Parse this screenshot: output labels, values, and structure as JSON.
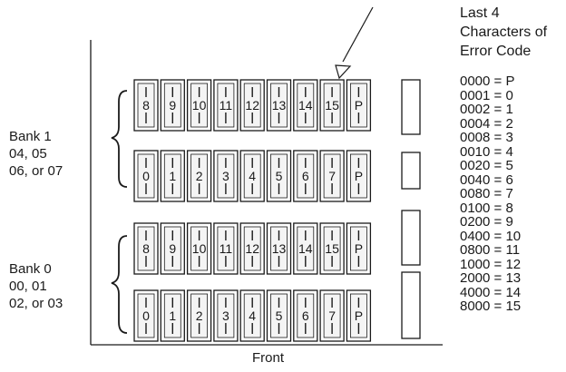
{
  "header": [
    "Last 4",
    "Characters of",
    "Error Code"
  ],
  "error_codes": [
    "0000 = P",
    "0001 = 0",
    "0002 = 1",
    "0004 = 2",
    "0008 = 3",
    "0010 = 4",
    "0020 = 5",
    "0040 = 6",
    "0080 = 7",
    "0100 = 8",
    "0200 = 9",
    "0400 = 10",
    "0800 = 11",
    "1000 = 12",
    "2000 = 13",
    "4000 = 14",
    "8000 = 15"
  ],
  "bank1": {
    "title": "Bank 1",
    "lines": [
      "04, 05",
      "06, or 07"
    ]
  },
  "bank0": {
    "title": "Bank 0",
    "lines": [
      "00, 01",
      "02, or 03"
    ]
  },
  "front_label": "Front",
  "rows": [
    [
      "8",
      "9",
      "10",
      "11",
      "12",
      "13",
      "14",
      "15",
      "P"
    ],
    [
      "0",
      "1",
      "2",
      "3",
      "4",
      "5",
      "6",
      "7",
      "P"
    ],
    [
      "8",
      "9",
      "10",
      "11",
      "12",
      "13",
      "14",
      "15",
      "P"
    ],
    [
      "0",
      "1",
      "2",
      "3",
      "4",
      "5",
      "6",
      "7",
      "P"
    ]
  ]
}
